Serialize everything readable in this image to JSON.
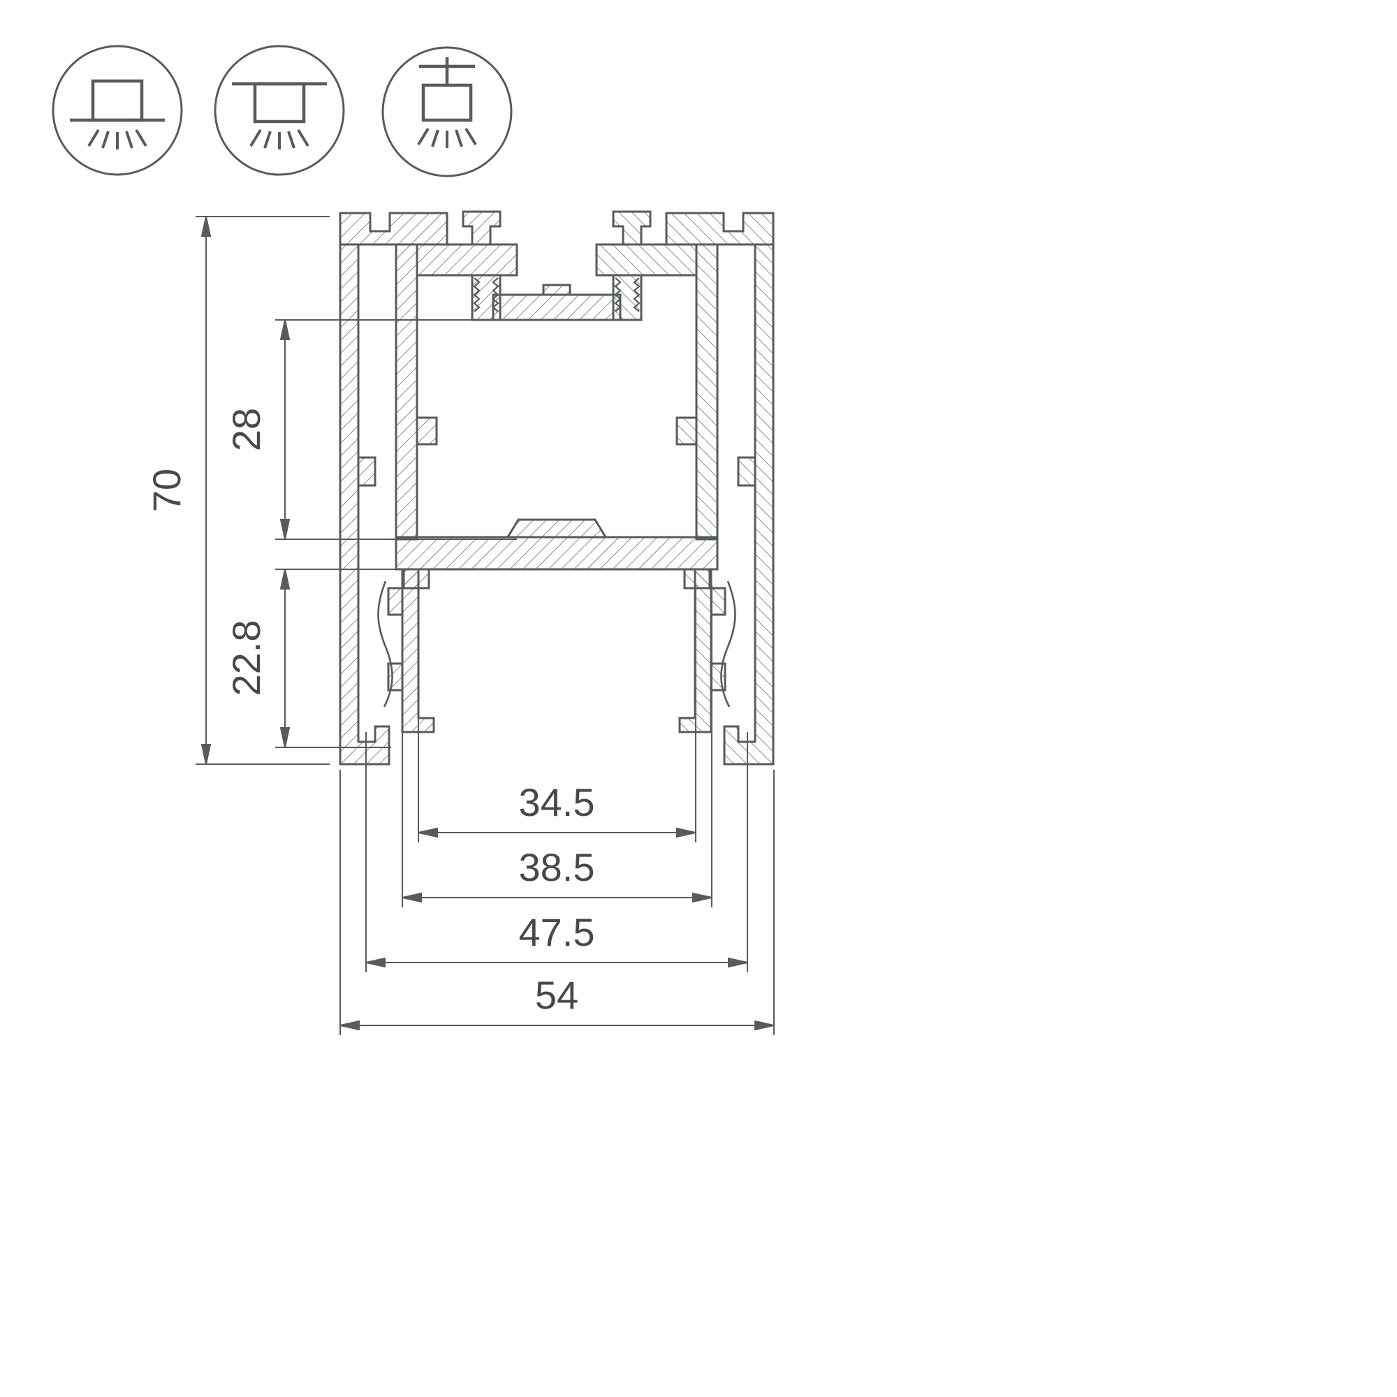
{
  "drawing": {
    "type": "aluminium-led-profile-cross-section",
    "title": "profile cross-section with dimensions"
  },
  "icons": [
    {
      "name": "surface-mount-icon"
    },
    {
      "name": "recessed-mount-icon"
    },
    {
      "name": "suspended-mount-icon"
    }
  ],
  "dims": {
    "overall_height": "70",
    "upper_cavity_height": "28",
    "lower_cavity_height": "22.8",
    "inner_width": "34.5",
    "mid_width": "38.5",
    "outer_width": "47.5",
    "overall_width": "54"
  },
  "colors": {
    "line": "#565b5e",
    "hatch": "#6b7073",
    "text": "#45494c",
    "background": "#ffffff"
  }
}
